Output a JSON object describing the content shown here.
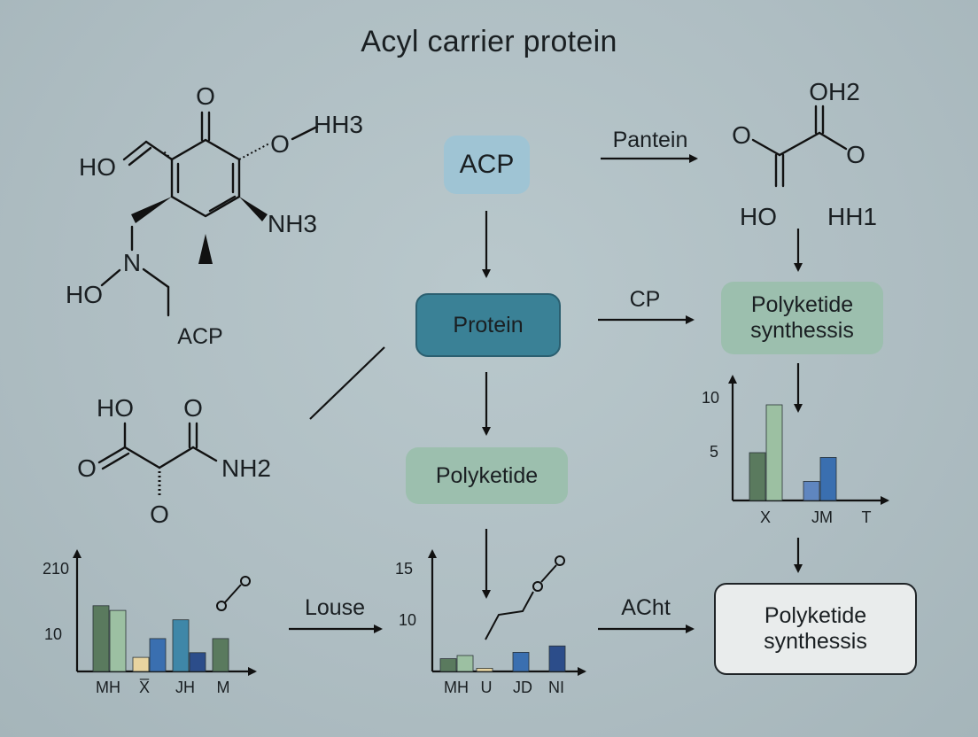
{
  "title": "Acyl carrier protein",
  "boxes": {
    "acp": "ACP",
    "protein": "Protein",
    "polyketide": "Polyketide",
    "pks_1": "Polyketide synthessis",
    "pks_2": "Polyketide synthessis"
  },
  "arrows": {
    "pantein": "Pantein",
    "cp": "CP",
    "louse": "Louse",
    "acht": "ACht"
  },
  "molecule_1": {
    "o_top": "O",
    "oh_left": "HO",
    "o_hh3": "O",
    "hh3": "HH3",
    "nh3": "NH3",
    "n": "N",
    "ho_n": "HO",
    "acp": "ACP"
  },
  "molecule_2": {
    "oh2": "OH2",
    "o_left": "O",
    "o_right": "O",
    "ho": "HO",
    "hh1": "HH1"
  },
  "molecule_3": {
    "ho": "HO",
    "o_top": "O",
    "o_left": "O",
    "nh2": "NH2",
    "o_bottom": "O"
  },
  "chart_data": [
    {
      "type": "bar",
      "categories": [
        "MH",
        "X̅",
        "JH",
        "M"
      ],
      "series": [
        {
          "values": [
            14,
            3,
            11,
            7
          ]
        },
        {
          "values": [
            13,
            7,
            4,
            0
          ]
        }
      ],
      "y_tick_labels": [
        "210",
        "10"
      ],
      "colors": [
        "#5a7a5e",
        "#9cc0a2",
        "#e8d4a0",
        "#3a6fb0",
        "#3f87a8",
        "#2c4d8a"
      ]
    },
    {
      "type": "bar",
      "categories": [
        "MH",
        "U",
        "JD",
        "NI"
      ],
      "series": [
        {
          "values": [
            4,
            1,
            6,
            8
          ]
        },
        {
          "values": [
            5,
            0,
            0,
            0
          ]
        }
      ],
      "y_tick_labels": [
        "15",
        "10"
      ],
      "colors": [
        "#5a7a5e",
        "#9cc0a2",
        "#e8d4a0",
        "#3a6fb0",
        "#2c4d8a"
      ]
    },
    {
      "type": "bar",
      "categories": [
        "X",
        "JM",
        "T"
      ],
      "series": [
        {
          "values": [
            5,
            2,
            0
          ]
        },
        {
          "values": [
            10,
            4.5,
            0
          ]
        }
      ],
      "y_tick_labels": [
        "10",
        "5"
      ],
      "colors": [
        "#5a7a5e",
        "#9cc0a2",
        "#5f86c0",
        "#3a6fb0"
      ]
    }
  ]
}
